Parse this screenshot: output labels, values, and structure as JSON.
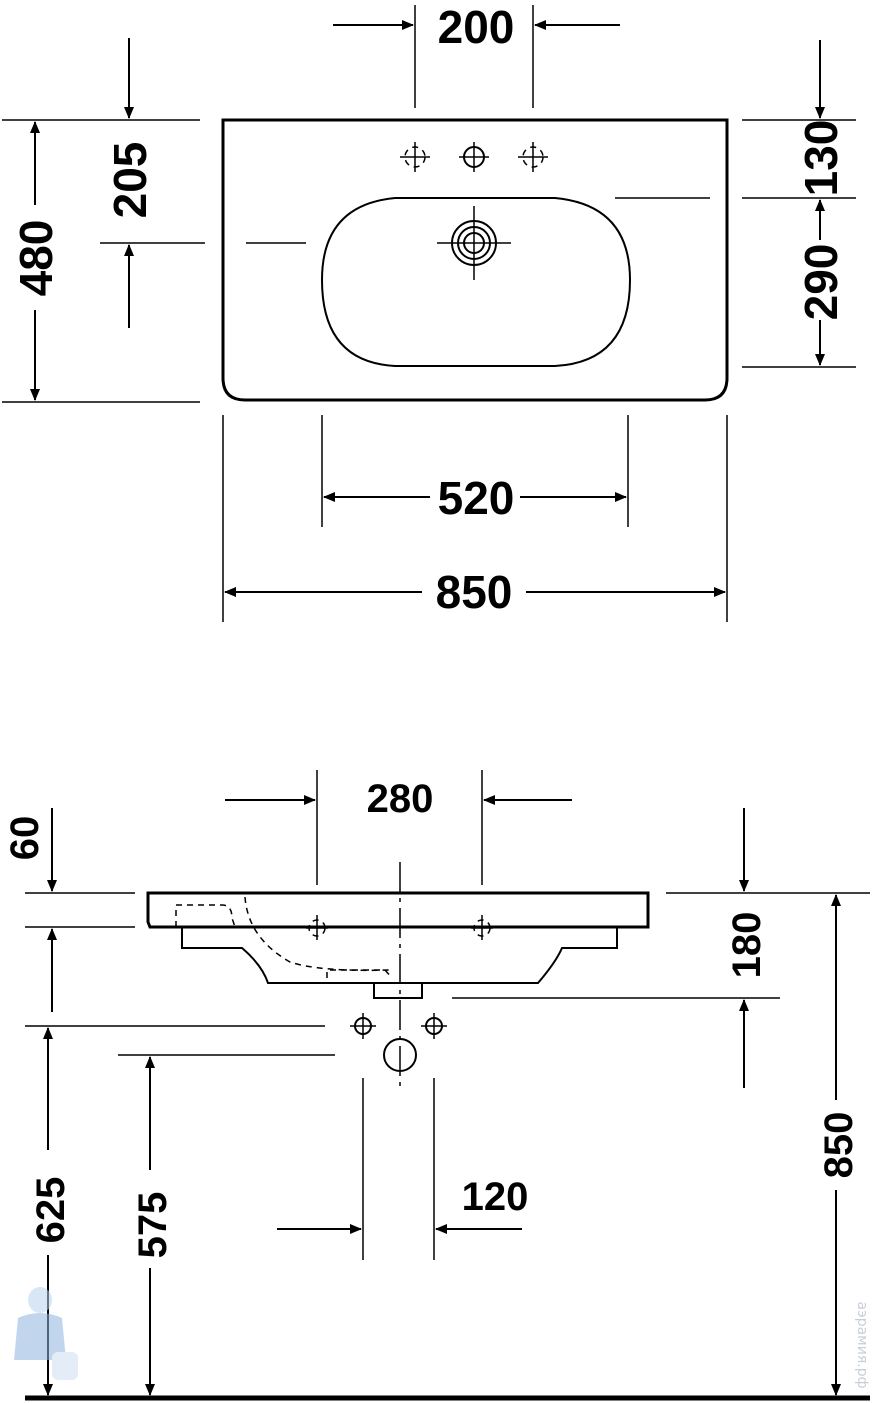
{
  "top_view": {
    "tap_spacing": "200",
    "tap_to_bowl_center": "205",
    "total_depth": "480",
    "tap_depth": "130",
    "bowl_depth": "290",
    "bowl_width": "520",
    "total_width": "850"
  },
  "side_view": {
    "tap_holes_spacing": "280",
    "rim_thickness": "60",
    "basin_height": "180",
    "waste_height_625": "625",
    "waste_height_575": "575",
    "waste_spacing": "120",
    "rim_height": "850"
  },
  "watermark": {
    "text": "аэрамия.рф"
  },
  "colors": {
    "line": "#000000",
    "watermark": "#c8ced8",
    "background": "#ffffff"
  }
}
